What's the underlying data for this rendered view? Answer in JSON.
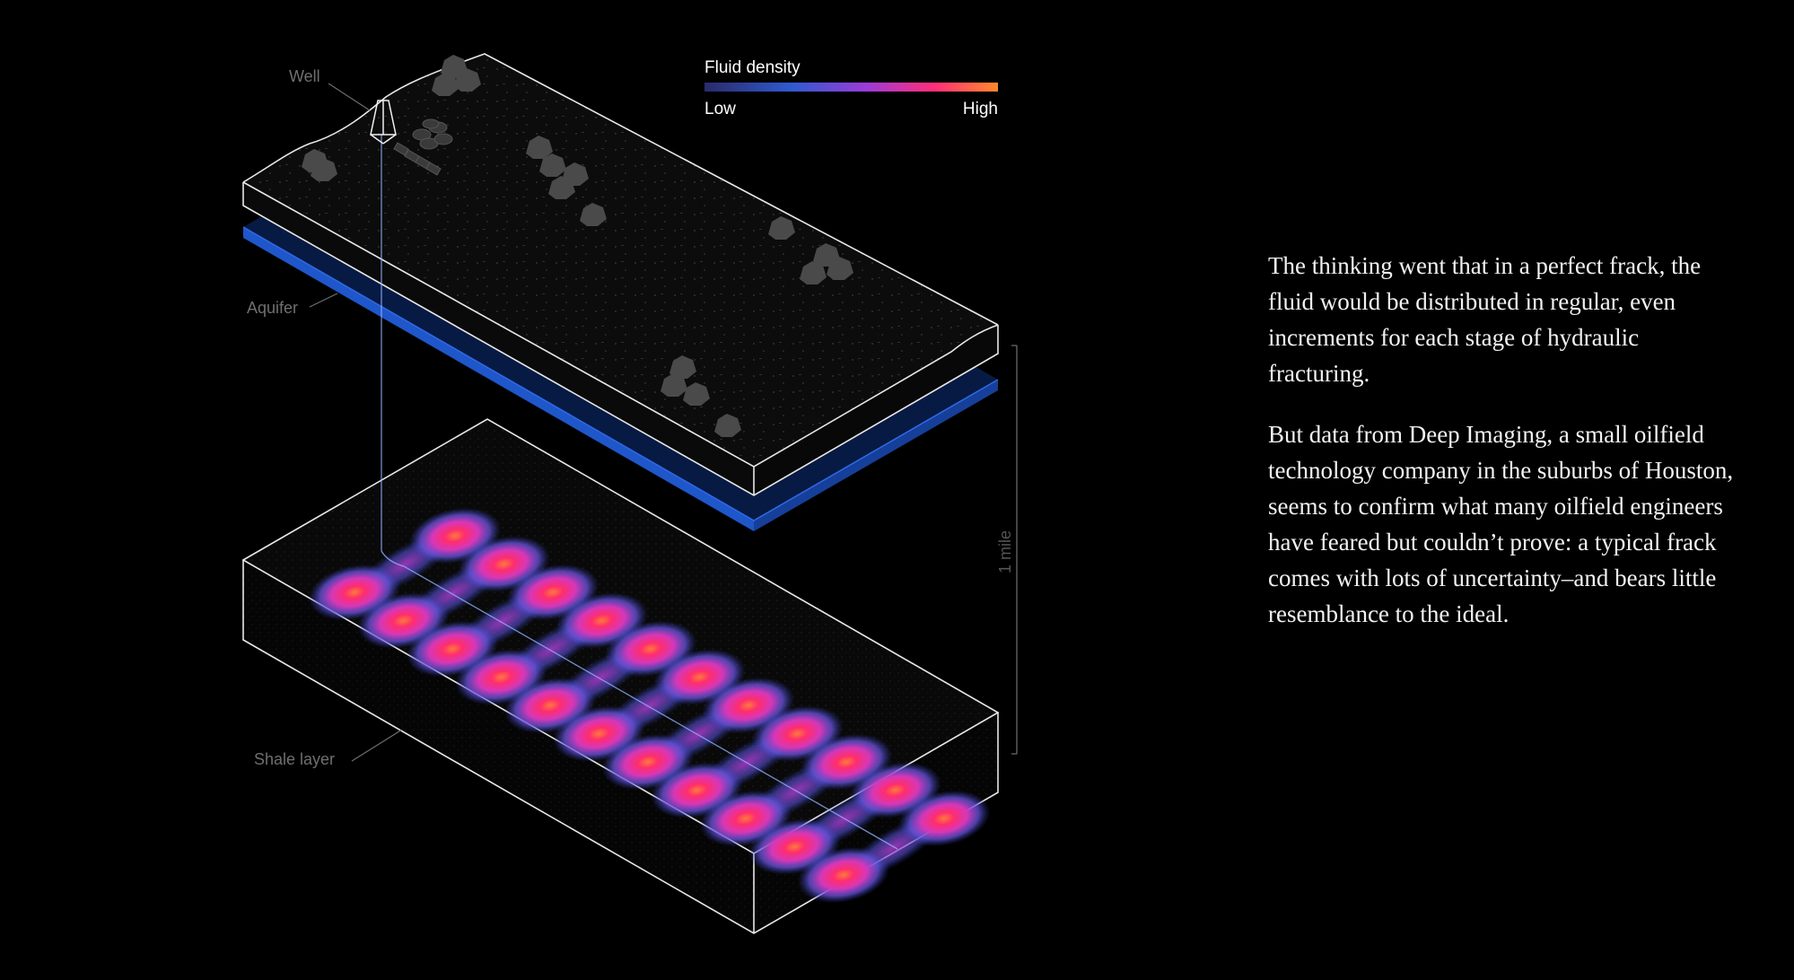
{
  "labels": {
    "well": "Well",
    "aquifer": "Aquifer",
    "shale": "Shale layer",
    "scale": "1 mile"
  },
  "legend": {
    "title": "Fluid density",
    "low": "Low",
    "high": "High",
    "colors": [
      "#2a2a6a",
      "#2f5bd0",
      "#9b3bd8",
      "#ff2d7a",
      "#ff8a2a"
    ]
  },
  "colors": {
    "aquifer": "#1f56c9",
    "outline": "#ffffff",
    "trees": "#4a4a4a",
    "label": "#6f6f6f"
  },
  "diagram": {
    "frack_stages": 11,
    "fractures_per_stage": 2
  },
  "article": {
    "paragraph_1": "The thinking went that in a perfect frack, the fluid would be distributed in regular, even increments for each stage of hydraulic fracturing.",
    "paragraph_2": "But data from Deep Imaging, a small oilfield technology company in the suburbs of Houston, seems to confirm what many oilfield engineers have feared but couldn’t prove: a typical frack comes with lots of uncertainty–and bears little resemblance to the ideal."
  }
}
